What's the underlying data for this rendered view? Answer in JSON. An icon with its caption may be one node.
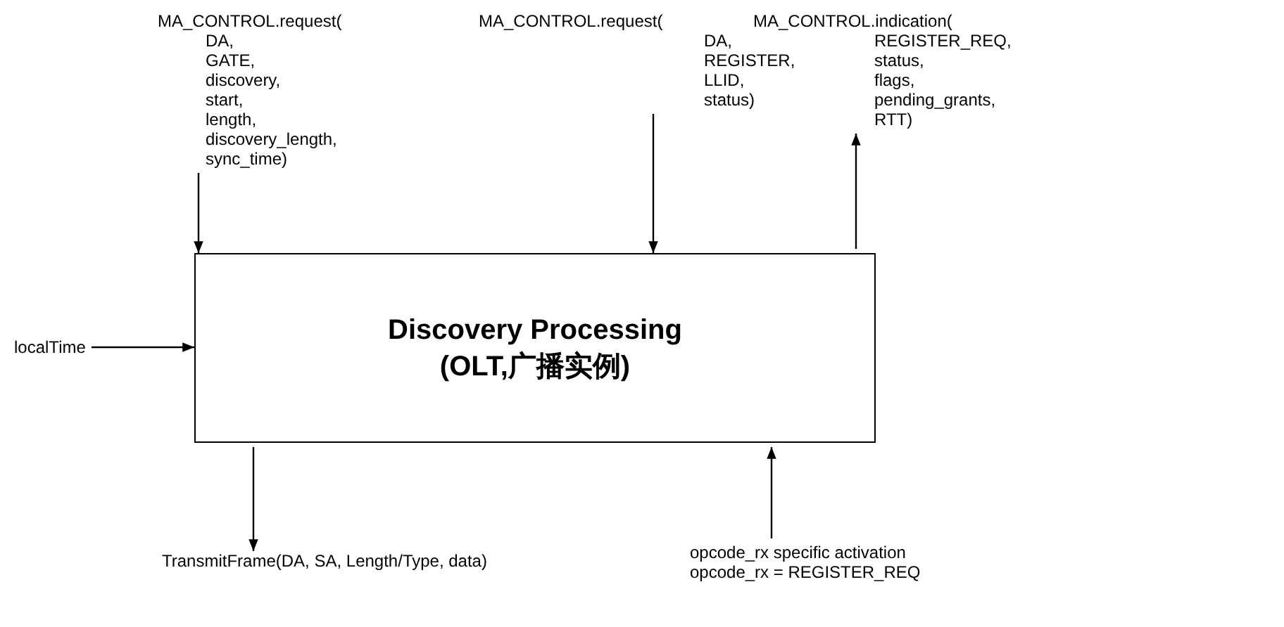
{
  "diagram": {
    "nodes": [
      {
        "text": [
          "Discovery Processing (OLT,广播实例)"
        ]
      },
      {
        "text": [
          "MA_CONTROL.request( DA, GATE, discovery, start, length, discovery_length, sync_time)"
        ]
      },
      {
        "text": [
          "MA_CONTROL.request( DA, REGISTER, LLID, status)"
        ]
      },
      {
        "text": [
          "MA_CONTROL.indication( REGISTER_REQ, status, flags, pending_grants, RTT)"
        ]
      },
      {
        "text": [
          "localTime"
        ]
      },
      {
        "text": [
          "TransmitFrame(DA, SA, Length/Type, data)"
        ]
      },
      {
        "text": [
          "opcode_rx specific activation opcode_rx = REGISTER_REQ"
        ]
      }
    ],
    "edges": [
      {
        "from": 1,
        "to": 0,
        "arrow": "to"
      },
      {
        "from": 2,
        "to": 0,
        "arrow": "to"
      },
      {
        "from": 0,
        "to": 3,
        "arrow": "to"
      },
      {
        "from": 4,
        "to": 0,
        "arrow": "to"
      },
      {
        "from": 0,
        "to": 5,
        "arrow": "to"
      },
      {
        "from": 6,
        "to": 0,
        "arrow": "to"
      }
    ]
  }
}
